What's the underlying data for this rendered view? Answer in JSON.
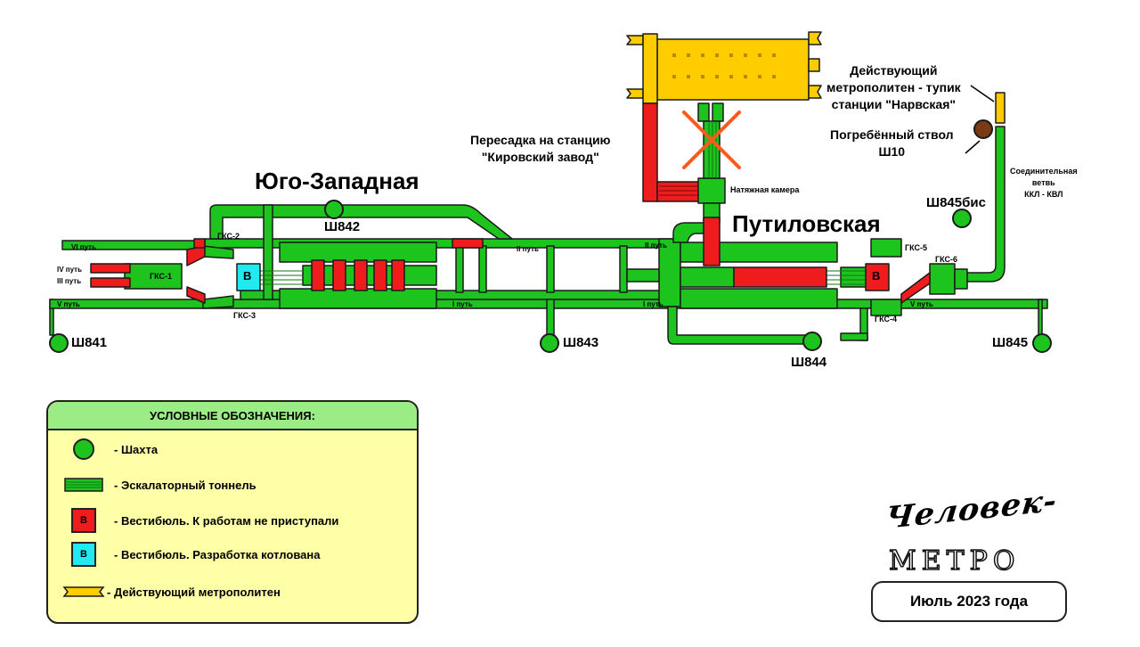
{
  "stations": {
    "yugo_zapadnaya": "Юго-Западная",
    "putilovskaya": "Путиловская"
  },
  "shafts": {
    "sh841": "Ш841",
    "sh842": "Ш842",
    "sh843": "Ш843",
    "sh844": "Ш844",
    "sh845": "Ш845",
    "sh845bis": "Ш845бис"
  },
  "chambers": {
    "gks1": "ГКС-1",
    "gks2": "ГКС-2",
    "gks3": "ГКС-3",
    "gks4": "ГКС-4",
    "gks5": "ГКС-5",
    "gks6": "ГКС-6"
  },
  "tracks": {
    "vi": "VI путь",
    "iv": "IV путь",
    "iii": "III путь",
    "v": "V путь",
    "ii": "II путь",
    "i": "I путь"
  },
  "vestibule_letter": "В",
  "annotations": {
    "transfer_line1": "Пересадка на станцию",
    "transfer_line2": "\"Кировский завод\"",
    "tension_chamber": "Натяжная камера",
    "narvskaya_line1": "Действующий",
    "narvskaya_line2": "метрополитен - тупик",
    "narvskaya_line3": "станции \"Нарвская\"",
    "buried_line1": "Погребённый ствол",
    "buried_line2": "Ш10",
    "branch_line1": "Соединительная",
    "branch_line2": "ветвь",
    "branch_line3": "ККЛ - КВЛ"
  },
  "legend": {
    "title": "УСЛОВНЫЕ ОБОЗНАЧЕНИЯ:",
    "items": [
      {
        "symbol": "shaft",
        "label": "- Шахта"
      },
      {
        "symbol": "escalator",
        "label": "- Эскалаторный тоннель"
      },
      {
        "symbol": "vestibule-red",
        "letter": "В",
        "label": "- Вестибюль. К работам не приступали"
      },
      {
        "symbol": "vestibule-cyan",
        "letter": "В",
        "label": "- Вестибюль. Разработка котлована"
      },
      {
        "symbol": "operating",
        "label": "- Действующий метрополитен"
      }
    ]
  },
  "brand": {
    "script": "Человек-",
    "word": "МЕТРО"
  },
  "date": "Июль 2023 года",
  "colors": {
    "built": "#1ec41e",
    "not_started": "#ee1c1c",
    "excavation": "#22e8f0",
    "operating": "#ffcc00",
    "buried_shaft": "#7a3b14",
    "cross": "#ff5a1e",
    "legend_bg": "#ffffa8",
    "legend_header": "#9cec86"
  }
}
